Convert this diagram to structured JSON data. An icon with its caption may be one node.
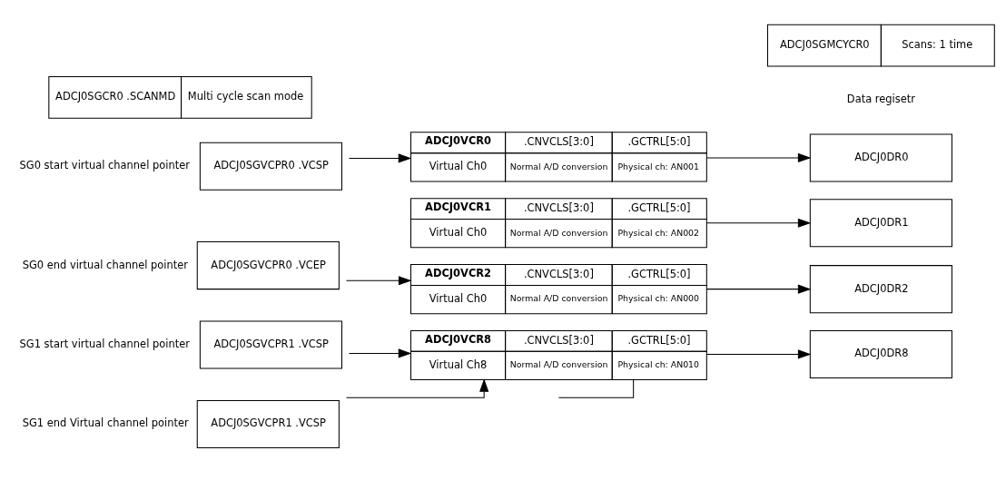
{
  "diagram": {
    "nodes": [
      {
        "text": [
          "ADCJ0SGCR0 .SCANMD",
          "Multi cycle scan mode"
        ]
      },
      {
        "text": [
          "ADCJ0SGMCYCR0",
          "Scans: 1 time"
        ]
      },
      {
        "text": [
          "ADCJ0SGVCPR0 .VCSP"
        ],
        "beside": [
          "SG0 start virtual channel pointer"
        ]
      },
      {
        "text": [
          "ADCJ0SGVCPR0 .VCEP"
        ],
        "beside": [
          "SG0 end virtual channel pointer"
        ]
      },
      {
        "text": [
          "ADCJ0SGVCPR1 .VCSP"
        ],
        "beside": [
          "SG1 start virtual channel pointer"
        ]
      },
      {
        "text": [
          "ADCJ0SGVCPR1 .VCSP"
        ],
        "beside": [
          "SG1 end Virtual channel pointer"
        ]
      },
      {
        "text": [
          "ADCJ0VCR0",
          ".CNVCLS[3:0]",
          ".GCTRL[5:0]",
          "Virtual Ch0",
          "Normal A/D conversion",
          "Physical ch: AN001"
        ]
      },
      {
        "text": [
          "ADCJ0VCR1",
          ".CNVCLS[3:0]",
          ".GCTRL[5:0]",
          "Virtual Ch0",
          "Normal A/D conversion",
          "Physical ch: AN002"
        ]
      },
      {
        "text": [
          "ADCJ0VCR2",
          ".CNVCLS[3:0]",
          ".GCTRL[5:0]",
          "Virtual Ch0",
          "Normal A/D conversion",
          "Physical ch: AN000"
        ]
      },
      {
        "text": [
          "ADCJ0VCR8",
          ".CNVCLS[3:0]",
          ".GCTRL[5:0]",
          "Virtual Ch8",
          "Normal A/D conversion",
          "Physical ch: AN010"
        ]
      },
      {
        "text": [
          "ADCJ0DR0"
        ]
      },
      {
        "text": [
          "ADCJ0DR1"
        ]
      },
      {
        "text": [
          "ADCJ0DR2"
        ]
      },
      {
        "text": [
          "ADCJ0DR8"
        ]
      }
    ],
    "edges": [
      {
        "from": 2,
        "to": 6,
        "arrow": "to"
      },
      {
        "from": 3,
        "to": 8,
        "arrow": "to"
      },
      {
        "from": 4,
        "to": 9,
        "arrow": "to"
      },
      {
        "from": 5,
        "to": 9,
        "arrow": "to"
      },
      {
        "from": 6,
        "to": 10,
        "arrow": "to"
      },
      {
        "from": 7,
        "to": 11,
        "arrow": "to"
      },
      {
        "from": 8,
        "to": 12,
        "arrow": "to"
      },
      {
        "from": 9,
        "to": 13,
        "arrow": "to"
      },
      {
        "from": 9,
        "to": null,
        "arrow": "none"
      }
    ],
    "labels": [
      "Data regisetr"
    ]
  }
}
